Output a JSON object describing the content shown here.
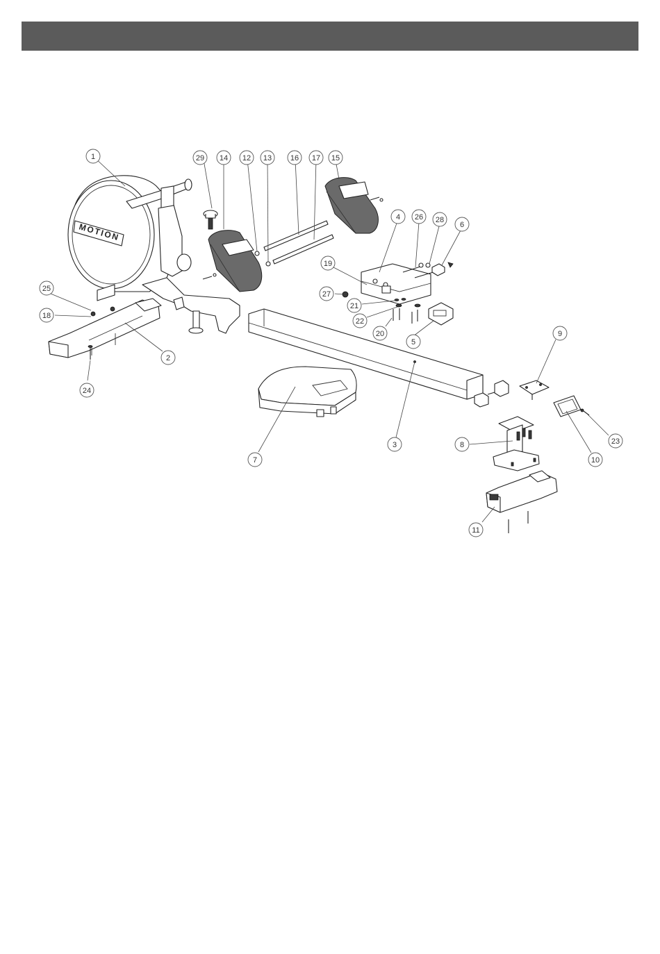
{
  "header": {
    "bar_color": "#5b5b5b",
    "title": ""
  },
  "diagram": {
    "brand_text": "MOTION",
    "callouts": [
      {
        "label": "1"
      },
      {
        "label": "29"
      },
      {
        "label": "14"
      },
      {
        "label": "12"
      },
      {
        "label": "13"
      },
      {
        "label": "16"
      },
      {
        "label": "17"
      },
      {
        "label": "15"
      },
      {
        "label": "4"
      },
      {
        "label": "26"
      },
      {
        "label": "28"
      },
      {
        "label": "6"
      },
      {
        "label": "19"
      },
      {
        "label": "27"
      },
      {
        "label": "21"
      },
      {
        "label": "22"
      },
      {
        "label": "20"
      },
      {
        "label": "5"
      },
      {
        "label": "25"
      },
      {
        "label": "18"
      },
      {
        "label": "2"
      },
      {
        "label": "24"
      },
      {
        "label": "9"
      },
      {
        "label": "7"
      },
      {
        "label": "3"
      },
      {
        "label": "8"
      },
      {
        "label": "23"
      },
      {
        "label": "10"
      },
      {
        "label": "11"
      }
    ]
  }
}
